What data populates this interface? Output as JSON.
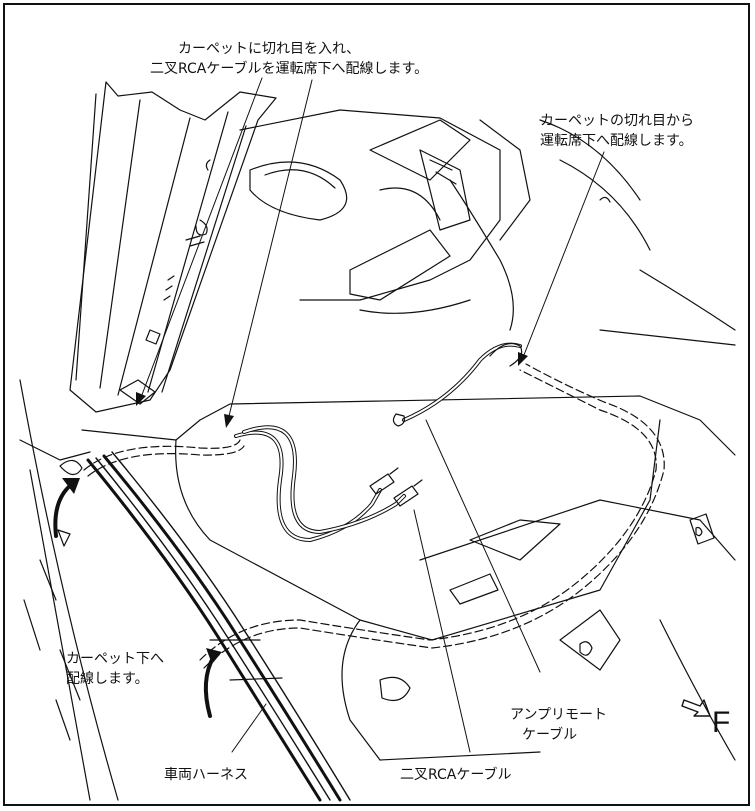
{
  "callouts": {
    "carpet_cut_line1": "カーペットに切れ目を入れ、",
    "carpet_cut_line2": "二叉RCAケーブルを運転席下へ配線します。",
    "from_cut_line1": "カーペットの切れ目から",
    "from_cut_line2": "運転席下へ配線します。",
    "under_carpet_line1": "カーペット下へ",
    "under_carpet_line2": "配線します。",
    "amp_remote_line1": "アンプリモート",
    "amp_remote_line2": "ケーブル",
    "vehicle_harness": "車両ハーネス",
    "rca_cable": "二叉RCAケーブル"
  },
  "direction_label": "F",
  "colors": {
    "line": "#111111",
    "background": "#ffffff"
  }
}
